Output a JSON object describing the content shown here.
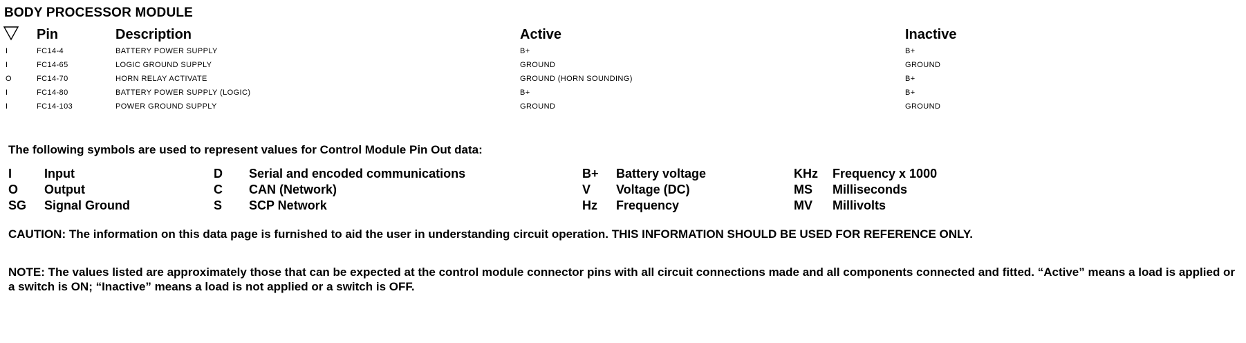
{
  "title": "BODY PROCESSOR MODULE",
  "headers": {
    "pin": "Pin",
    "description": "Description",
    "active": "Active",
    "inactive": "Inactive"
  },
  "rows": [
    {
      "io": "I",
      "pin": "FC14-4",
      "description": "BATTERY POWER SUPPLY",
      "active": "B+",
      "inactive": "B+"
    },
    {
      "io": "I",
      "pin": "FC14-65",
      "description": "LOGIC GROUND SUPPLY",
      "active": "GROUND",
      "inactive": "GROUND"
    },
    {
      "io": "O",
      "pin": "FC14-70",
      "description": "HORN RELAY ACTIVATE",
      "active": "GROUND (HORN SOUNDING)",
      "inactive": "B+"
    },
    {
      "io": "I",
      "pin": "FC14-80",
      "description": "BATTERY POWER SUPPLY (LOGIC)",
      "active": "B+",
      "inactive": "B+"
    },
    {
      "io": "I",
      "pin": "FC14-103",
      "description": "POWER GROUND SUPPLY",
      "active": "GROUND",
      "inactive": "GROUND"
    }
  ],
  "symbols_intro": "The following symbols are used to represent values for Control Module Pin Out data:",
  "symbols": [
    [
      {
        "sym": "I",
        "text": "Input"
      },
      {
        "sym": "O",
        "text": "Output"
      },
      {
        "sym": "SG",
        "text": "Signal Ground"
      }
    ],
    [
      {
        "sym": "D",
        "text": "Serial and encoded communications"
      },
      {
        "sym": "C",
        "text": "CAN (Network)"
      },
      {
        "sym": "S",
        "text": "SCP Network"
      }
    ],
    [
      {
        "sym": "B+",
        "text": "Battery voltage"
      },
      {
        "sym": "V",
        "text": "Voltage (DC)"
      },
      {
        "sym": "Hz",
        "text": "Frequency"
      }
    ],
    [
      {
        "sym": "KHz",
        "text": "Frequency x 1000"
      },
      {
        "sym": "MS",
        "text": "Milliseconds"
      },
      {
        "sym": "MV",
        "text": "Millivolts"
      }
    ]
  ],
  "caution": "CAUTION: The information on this data page is furnished to aid the user in understanding circuit operation.  THIS INFORMATION SHOULD BE USED FOR REFERENCE ONLY.",
  "note": "NOTE: The values listed are approximately those that can be expected at the control module connector pins with all circuit connections made and all components connected and fitted.  “Active” means a load is applied or a switch is ON; “Inactive” means a load is not applied or a switch is OFF."
}
